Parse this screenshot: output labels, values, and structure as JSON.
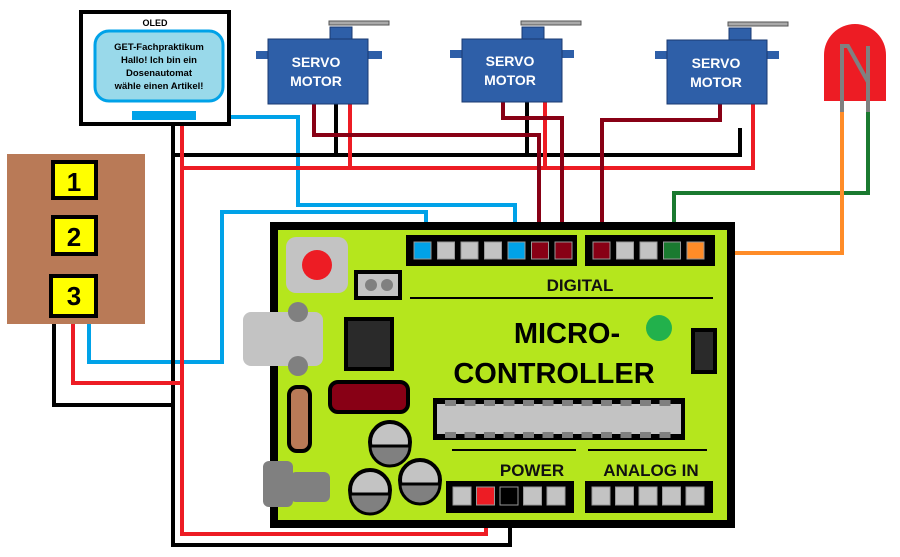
{
  "oled": {
    "title": "OLED",
    "lines": [
      "GET-Fachpraktikum",
      "Hallo! Ich bin ein",
      "Dosenautomat",
      "wähle einen Artikel!"
    ]
  },
  "servos": [
    {
      "line1": "SERVO",
      "line2": "MOTOR"
    },
    {
      "line1": "SERVO",
      "line2": "MOTOR"
    },
    {
      "line1": "SERVO",
      "line2": "MOTOR"
    }
  ],
  "keypad": {
    "keys": [
      "1",
      "2",
      "3"
    ]
  },
  "board": {
    "title_line1": "MICRO-",
    "title_line2": "CONTROLLER",
    "digital_label": "DIGITAL",
    "power_label": "POWER",
    "analog_label": "ANALOG IN"
  },
  "colors": {
    "board": "#b5e61d",
    "servo": "#2e5fa8",
    "keypad": "#b97a57",
    "key": "#ffff00",
    "oled_screen": "#99d9ea",
    "wire_blue": "#00a2e8",
    "wire_red": "#ed1c24",
    "wire_darkred": "#880015",
    "wire_black": "#000000",
    "wire_green": "#1a7a30",
    "wire_orange": "#ff8c28",
    "led": "#ed1c24"
  }
}
